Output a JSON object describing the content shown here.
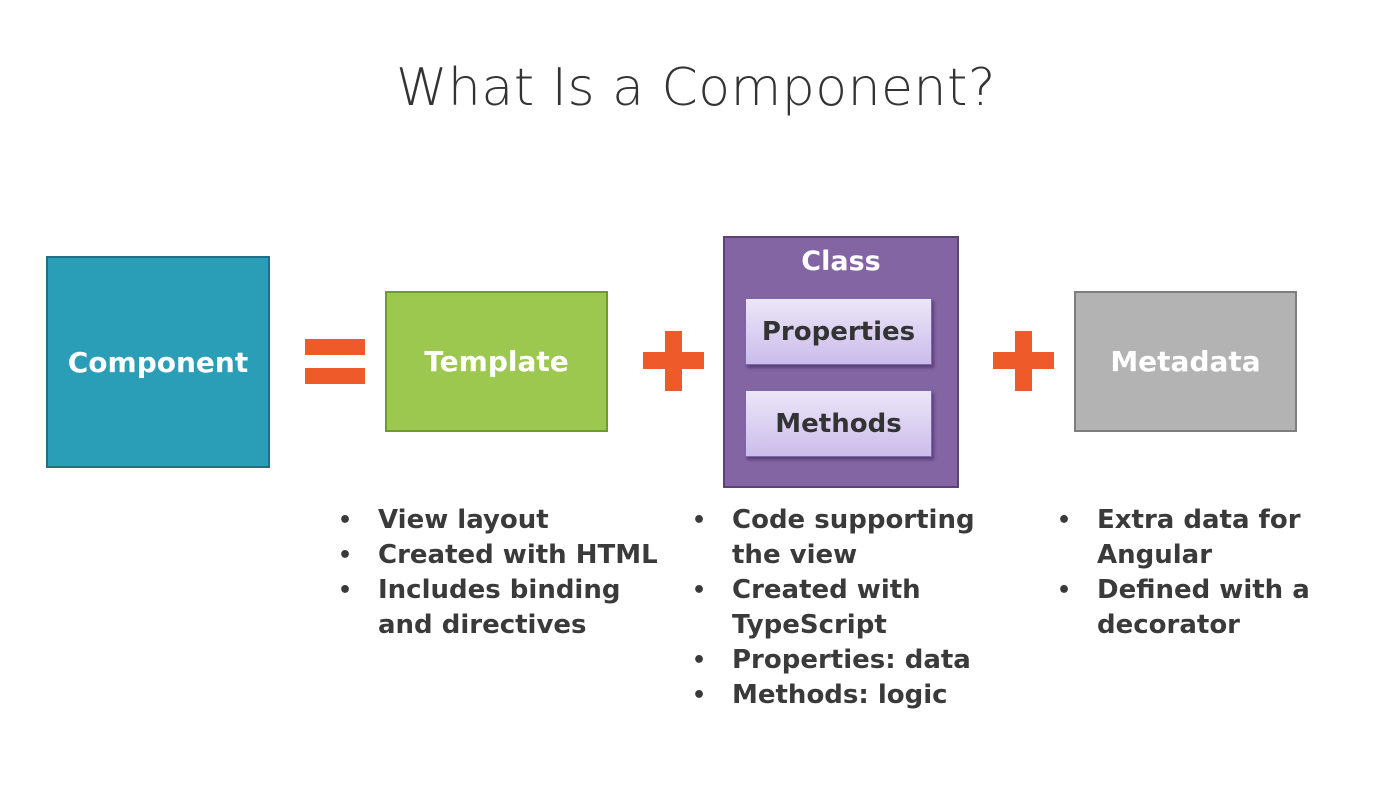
{
  "title": "What Is a Component?",
  "component": {
    "label": "Component",
    "color": "#2a9db7"
  },
  "template": {
    "label": "Template",
    "color": "#9cc84f",
    "bullets": [
      "View layout",
      "Created with HTML",
      "Includes binding and directives"
    ]
  },
  "class": {
    "label": "Class",
    "color": "#8365a3",
    "members": [
      "Properties",
      "Methods"
    ],
    "bullets": [
      "Code supporting the view",
      "Created with TypeScript",
      "Properties: data",
      "Methods: logic"
    ]
  },
  "metadata": {
    "label": "Metadata",
    "color": "#b3b3b3",
    "bullets": [
      "Extra data for Angular",
      "Defined with a decorator"
    ]
  },
  "operators": {
    "equals_icon": "equals-icon",
    "plus_icon": "plus-icon",
    "color": "#ef5a2a"
  }
}
